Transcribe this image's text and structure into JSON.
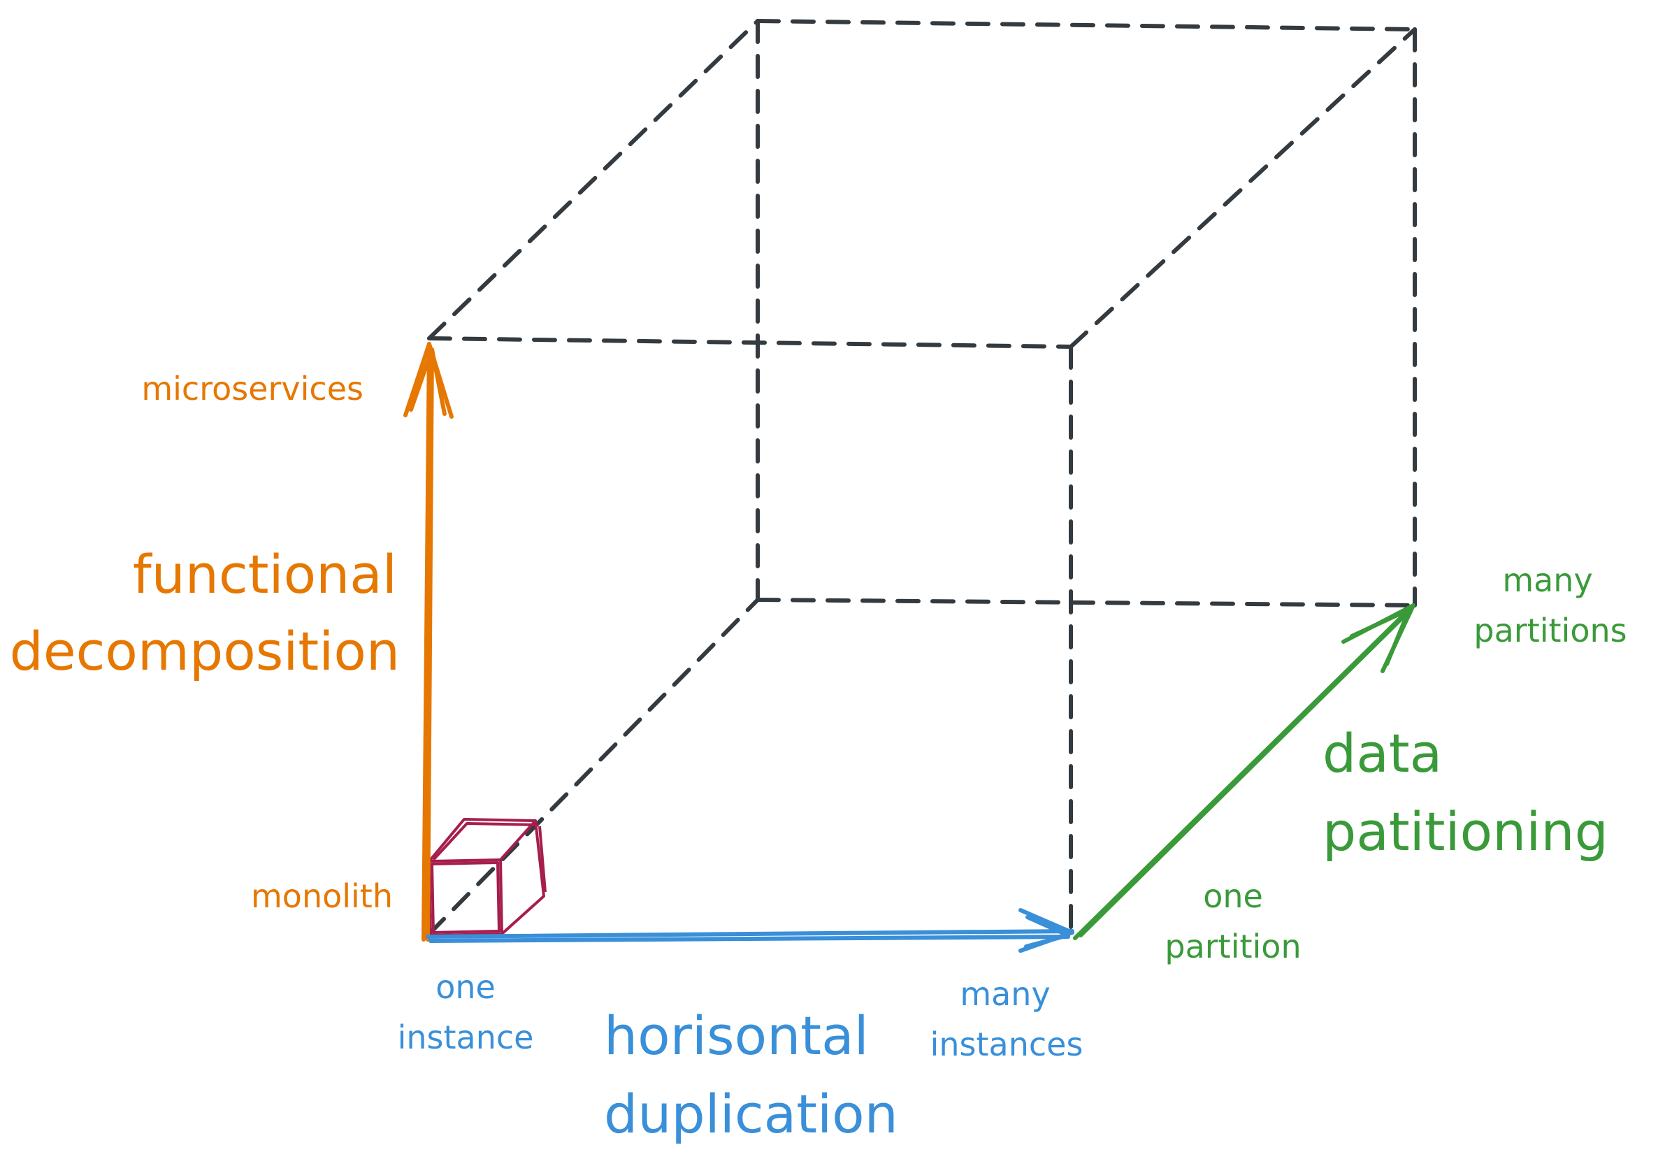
{
  "colors": {
    "orange": "#e67700",
    "blue": "#3a8fd9",
    "green": "#3a9a3a",
    "cube_small": "#a61e4d",
    "dashed": "#333a40"
  },
  "vertical_axis": {
    "top_label": "microservices",
    "bottom_label": "monolith",
    "title_line1": "functional",
    "title_line2": "decomposition"
  },
  "horizontal_axis": {
    "start_label_line1": "one",
    "start_label_line2": "instance",
    "end_label_line1": "many",
    "end_label_line2": "instances",
    "title_line1": "horisontal",
    "title_line2": "duplication"
  },
  "depth_axis": {
    "start_label_line1": "one",
    "start_label_line2": "partition",
    "end_label_line1": "many",
    "end_label_line2": "partitions",
    "title_line1": "data",
    "title_line2": "patitioning"
  }
}
